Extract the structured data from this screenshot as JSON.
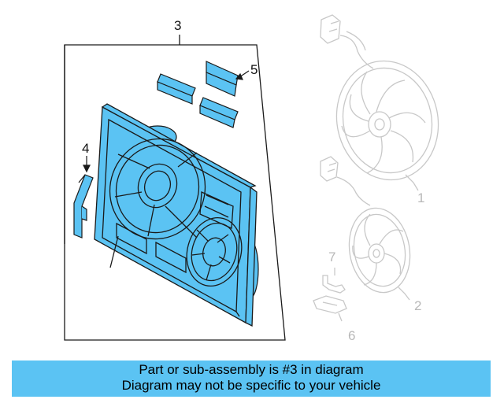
{
  "diagram": {
    "callouts": {
      "c1": "1",
      "c2": "2",
      "c3": "3",
      "c4": "4",
      "c5": "5",
      "c6": "6",
      "c7": "7"
    },
    "colors": {
      "highlight": "#5bc3f3",
      "outline": "#1a1a1a",
      "ghost": "#c8c8c8"
    }
  },
  "banner": {
    "line1": "Part or sub-assembly is #3 in diagram",
    "line2": "Diagram may not be specific to your vehicle"
  }
}
